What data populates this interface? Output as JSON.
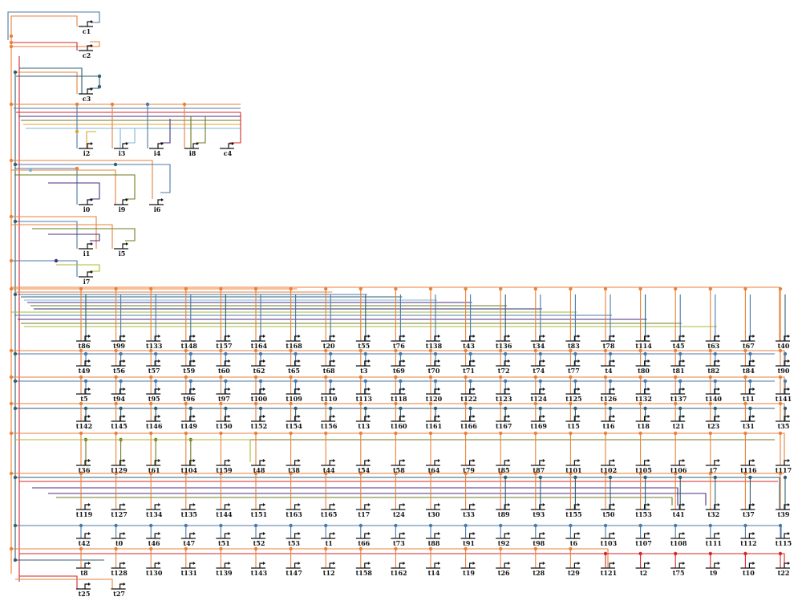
{
  "colors": {
    "orange": "#e8823a",
    "red": "#d62728",
    "blue": "#4b78a8",
    "teal": "#2f5f73",
    "lightblue": "#7fb5d6",
    "purple": "#4b2e83",
    "olive": "#6b7a1e",
    "yellowgreen": "#a8b830",
    "gold": "#e0a030",
    "navy": "#27317a"
  },
  "nodes": {
    "c": [
      "c1",
      "c2",
      "c3",
      "c4"
    ],
    "i_row1": [
      "i2",
      "i3",
      "i4",
      "i8",
      "c4"
    ],
    "i_row2": [
      "i0",
      "i9",
      "i6"
    ],
    "i_row3": [
      "i1",
      "i5"
    ],
    "i_row4": [
      "i7"
    ],
    "t_rows": [
      [
        "t86",
        "t99",
        "t133",
        "t148",
        "t157",
        "t164",
        "t168",
        "t20",
        "t55",
        "t76",
        "t138",
        "t43",
        "t136",
        "t34",
        "t83",
        "t78",
        "t114",
        "t45",
        "t63",
        "t67",
        "t40"
      ],
      [
        "t49",
        "t56",
        "t57",
        "t59",
        "t60",
        "t62",
        "t65",
        "t68",
        "t3",
        "t69",
        "t70",
        "t71",
        "t72",
        "t74",
        "t77",
        "t4",
        "t80",
        "t81",
        "t82",
        "t84",
        "t90"
      ],
      [
        "t5",
        "t94",
        "t95",
        "t96",
        "t97",
        "t100",
        "t109",
        "t110",
        "t113",
        "t118",
        "t120",
        "t122",
        "t123",
        "t124",
        "t125",
        "t126",
        "t132",
        "t137",
        "t140",
        "t11",
        "t141"
      ],
      [
        "t142",
        "t145",
        "t146",
        "t149",
        "t150",
        "t152",
        "t154",
        "t156",
        "t13",
        "t160",
        "t161",
        "t166",
        "t167",
        "t169",
        "t15",
        "t16",
        "t18",
        "t21",
        "t23",
        "t31",
        "t35"
      ],
      [
        "t36",
        "t129",
        "t61",
        "t104",
        "t159",
        "t48",
        "t38",
        "t44",
        "t54",
        "t58",
        "t64",
        "t79",
        "t85",
        "t87",
        "t101",
        "t102",
        "t105",
        "t106",
        "t7",
        "t116",
        "t117"
      ],
      [
        "t119",
        "t127",
        "t134",
        "t135",
        "t144",
        "t151",
        "t163",
        "t165",
        "t17",
        "t24",
        "t30",
        "t33",
        "t89",
        "t93",
        "t155",
        "t50",
        "t153",
        "t41",
        "t32",
        "t37",
        "t39"
      ],
      [
        "t42",
        "t0",
        "t46",
        "t47",
        "t51",
        "t52",
        "t53",
        "t1",
        "t66",
        "t73",
        "t88",
        "t91",
        "t92",
        "t98",
        "t6",
        "t103",
        "t107",
        "t108",
        "t111",
        "t112",
        "t115"
      ],
      [
        "t8",
        "t128",
        "t130",
        "t131",
        "t139",
        "t143",
        "t147",
        "t12",
        "t158",
        "t162",
        "t14",
        "t19",
        "t26",
        "t28",
        "t29",
        "t121",
        "t2",
        "t75",
        "t9",
        "t10",
        "t22"
      ],
      [
        "t25",
        "t27"
      ]
    ]
  }
}
